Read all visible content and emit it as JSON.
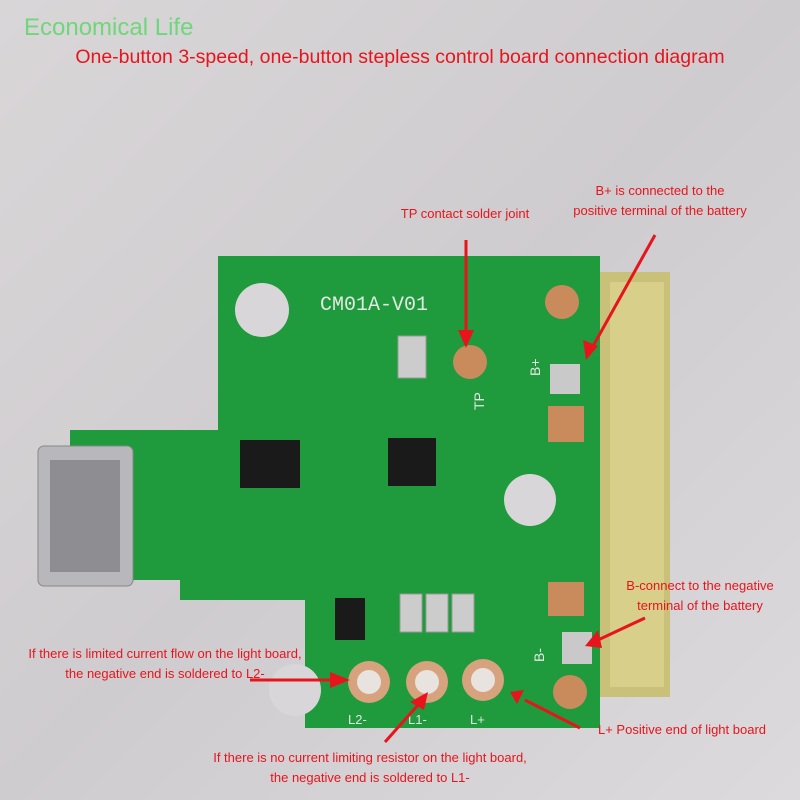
{
  "brand": "Economical Life",
  "title": "One-button 3-speed, one-button stepless control board connection diagram",
  "annotations": {
    "tp": "TP contact solder joint",
    "b_plus_1": "B+ is connected to the",
    "b_plus_2": "positive terminal of the battery",
    "b_minus_1": "B-connect to the negative",
    "b_minus_2": "terminal of the battery",
    "l2_1": "If there is limited current flow on the light board,",
    "l2_2": "the negative end is soldered to L2-",
    "l1_1": "If there is no current limiting resistor on the light board,",
    "l1_2": "the negative end is soldered to L1-",
    "l_plus": "L+ Positive end of light board"
  },
  "silkscreen": {
    "model": "CM01A-V01",
    "tp": "TP",
    "b_plus": "B+",
    "b_minus": "B-",
    "l2": "L2-",
    "l1": "L1-",
    "l_plus": "L+"
  },
  "colors": {
    "pcb": "#1f9a3c",
    "pad": "#c98a5c",
    "annotation": "#e8141c",
    "brand": "#6fd67a"
  }
}
